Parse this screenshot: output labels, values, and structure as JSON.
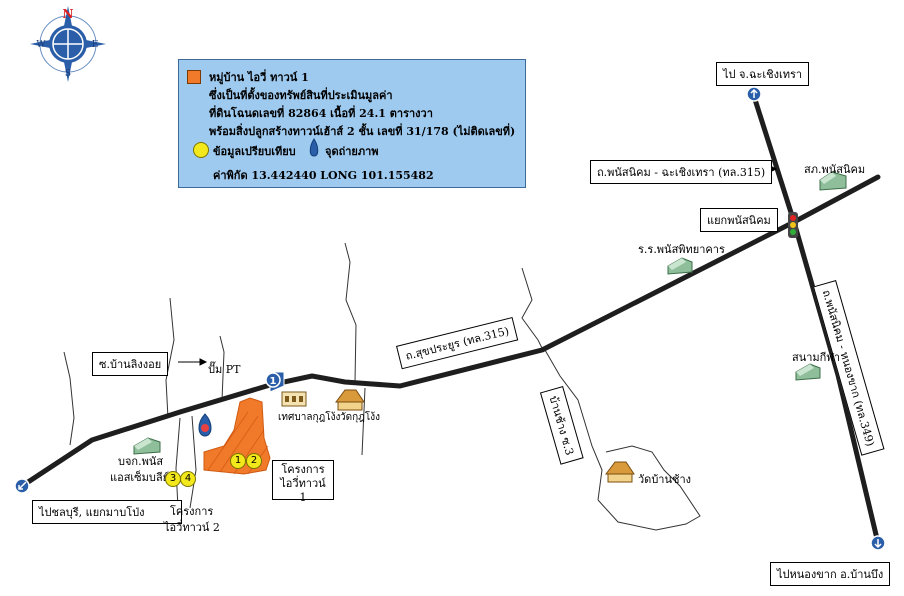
{
  "compass": {
    "n": "N",
    "s": "S",
    "e": "E",
    "w": "W"
  },
  "legend": {
    "line1": "หมู่บ้าน ไอวี่ ทาวน์ 1",
    "line2": "ซึ่งเป็นที่ตั้งของทรัพย์สินที่ประเมินมูลค่า",
    "line3": "ที่ดินโฉนดเลขที่ 82864 เนื้อที่ 24.1 ตารางวา",
    "line4": "พร้อมสิ่งปลูกสร้างทาวน์เฮ้าส์ 2 ชั้น เลขที่  31/178 (ไม่ติดเลขที่)",
    "compare": "ข้อมูลเปรียบเทียบ",
    "photo": "จุดถ่ายภาพ",
    "coords": "ค่าพิกัด 13.442440  LONG 101.155482"
  },
  "labels": {
    "to_chachoengsao": "ไป จ.ฉะเชิงเทรา",
    "road_315_north": "ถ.พนัสนิคม - ฉะเชิงเทรา (ทล.315)",
    "police": "สภ.พนัสนิคม",
    "junction": "แยกพนัสนิคม",
    "school": "ร.ร.พนัสพิทยาคาร",
    "road_349": "ถ.พนัสนิคม - หนองขาก (ทล.349)",
    "stadium": "สนามกีฬา",
    "road_sukprayoon": "ถ.สุขประยูร (ทล.315)",
    "ban_chang_road": "บ้านช้าง ซ.3",
    "wat_ban_chang": "วัดบ้านช้าง",
    "soi_ban_ling": "ซ.บ้านลิงงอย",
    "pt_station": "ปั๊ม PT",
    "municipality": "เทศบาลกุฎโง้ง",
    "wat_kut": "วัดกุฎโง้ง",
    "company": "บจก.พนัส",
    "company2": "แอสเซ็มบลีย์",
    "project1_a": "โครงการ",
    "project1_b": "ไอวี่ทาวน์ 1",
    "project2_a": "โครงการ",
    "project2_b": "ไอวี่ทาวน์ 2",
    "to_chonburi": "ไปชลบุรี, แยกมาบโป่ง",
    "to_nongkhak": "ไปหนองขาก อ.บ้านบึง"
  },
  "photo_point": "1",
  "comparables": [
    "1",
    "2",
    "3",
    "4"
  ],
  "colors": {
    "road": "#1e1e1e",
    "legend_bg": "#9ecaf0",
    "subject": "#f07a2a",
    "comparable": "#f3e81c",
    "marker": "#2a5ea8"
  }
}
